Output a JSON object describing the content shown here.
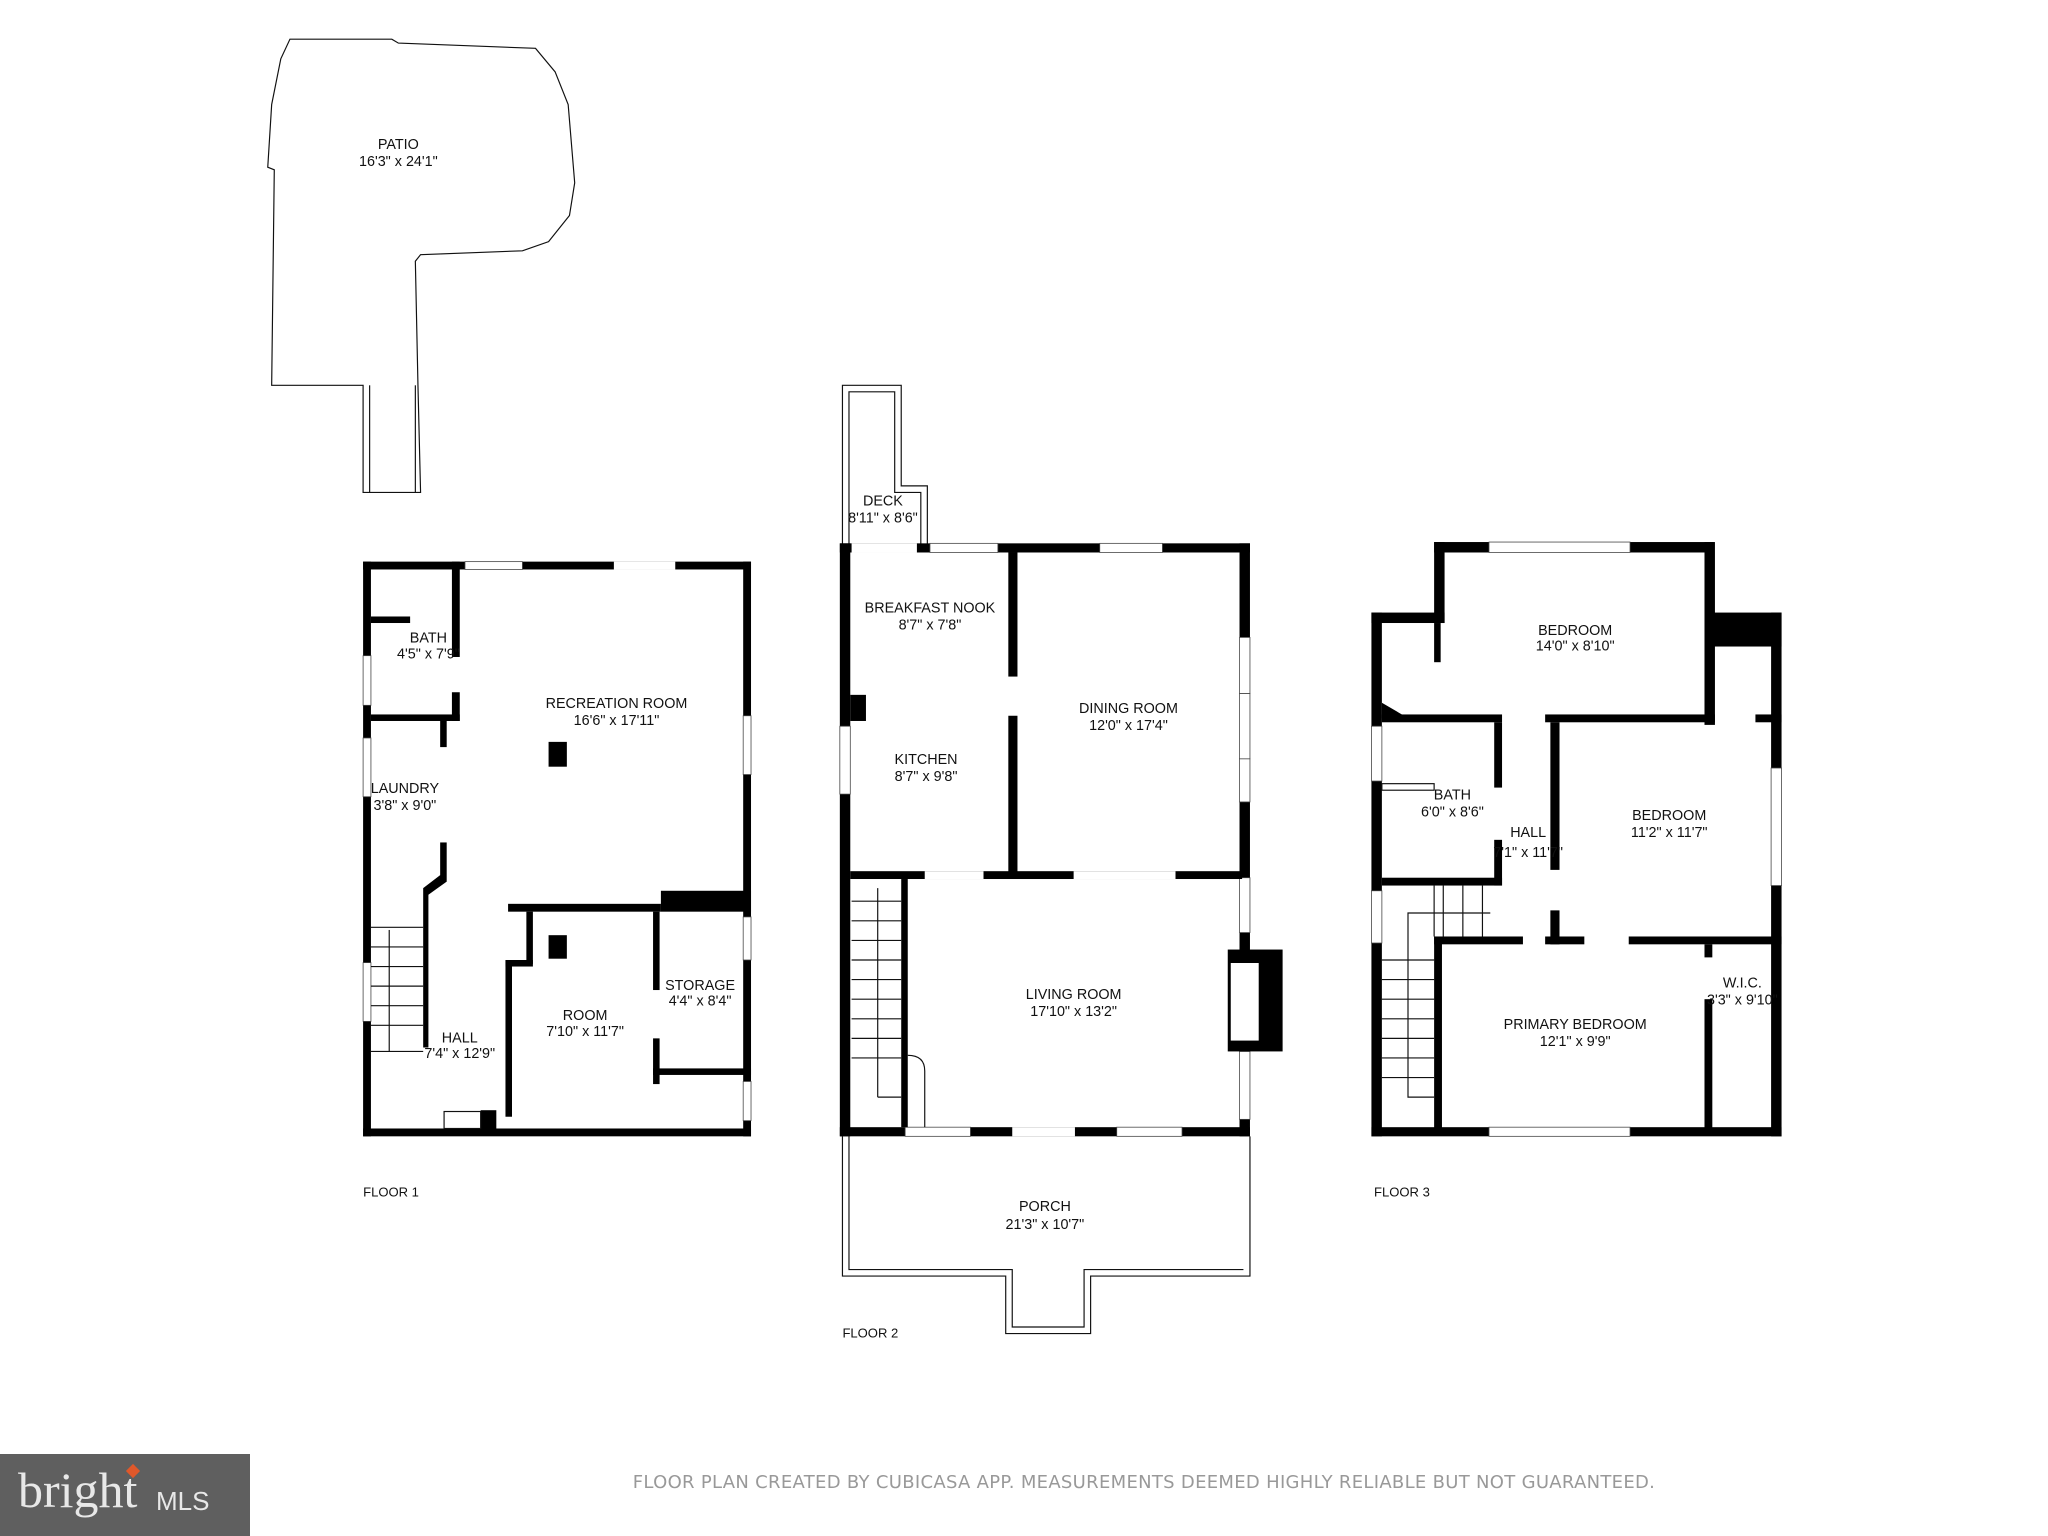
{
  "floors": [
    {
      "label": "FLOOR 1",
      "rooms": [
        {
          "name": "PATIO",
          "size": "16'3\" x 24'1\""
        },
        {
          "name": "BATH",
          "size": "4'5\" x 7'9\""
        },
        {
          "name": "RECREATION ROOM",
          "size": "16'6\" x 17'11\""
        },
        {
          "name": "LAUNDRY",
          "size": "3'8\" x 9'0\""
        },
        {
          "name": "STORAGE",
          "size": "4'4\" x 8'4\""
        },
        {
          "name": "ROOM",
          "size": "7'10\" x 11'7\""
        },
        {
          "name": "HALL",
          "size": "7'4\" x 12'9\""
        }
      ]
    },
    {
      "label": "FLOOR 2",
      "rooms": [
        {
          "name": "DECK",
          "size": "8'11\" x 8'6\""
        },
        {
          "name": "BREAKFAST NOOK",
          "size": "8'7\" x 7'8\""
        },
        {
          "name": "DINING ROOM",
          "size": "12'0\" x 17'4\""
        },
        {
          "name": "KITCHEN",
          "size": "8'7\" x 9'8\""
        },
        {
          "name": "LIVING ROOM",
          "size": "17'10\" x 13'2\""
        },
        {
          "name": "PORCH",
          "size": "21'3\" x 10'7\""
        }
      ]
    },
    {
      "label": "FLOOR 3",
      "rooms": [
        {
          "name": "BEDROOM",
          "size": "14'0\" x 8'10\""
        },
        {
          "name": "BATH",
          "size": "6'0\" x 8'6\""
        },
        {
          "name": "HALL",
          "size": "7'1\" x 11'7\""
        },
        {
          "name": "BEDROOM",
          "size": "11'2\" x 11'7\""
        },
        {
          "name": "W.I.C.",
          "size": "3'3\" x 9'10\""
        },
        {
          "name": "PRIMARY BEDROOM",
          "size": "12'1\" x 9'9\""
        }
      ]
    }
  ],
  "disclaimer": "FLOOR PLAN CREATED BY CUBICASA APP. MEASUREMENTS DEEMED HIGHLY RELIABLE BUT NOT GUARANTEED.",
  "logo": {
    "text": "bright",
    "suffix": "MLS",
    "accent": "#e0582a"
  }
}
